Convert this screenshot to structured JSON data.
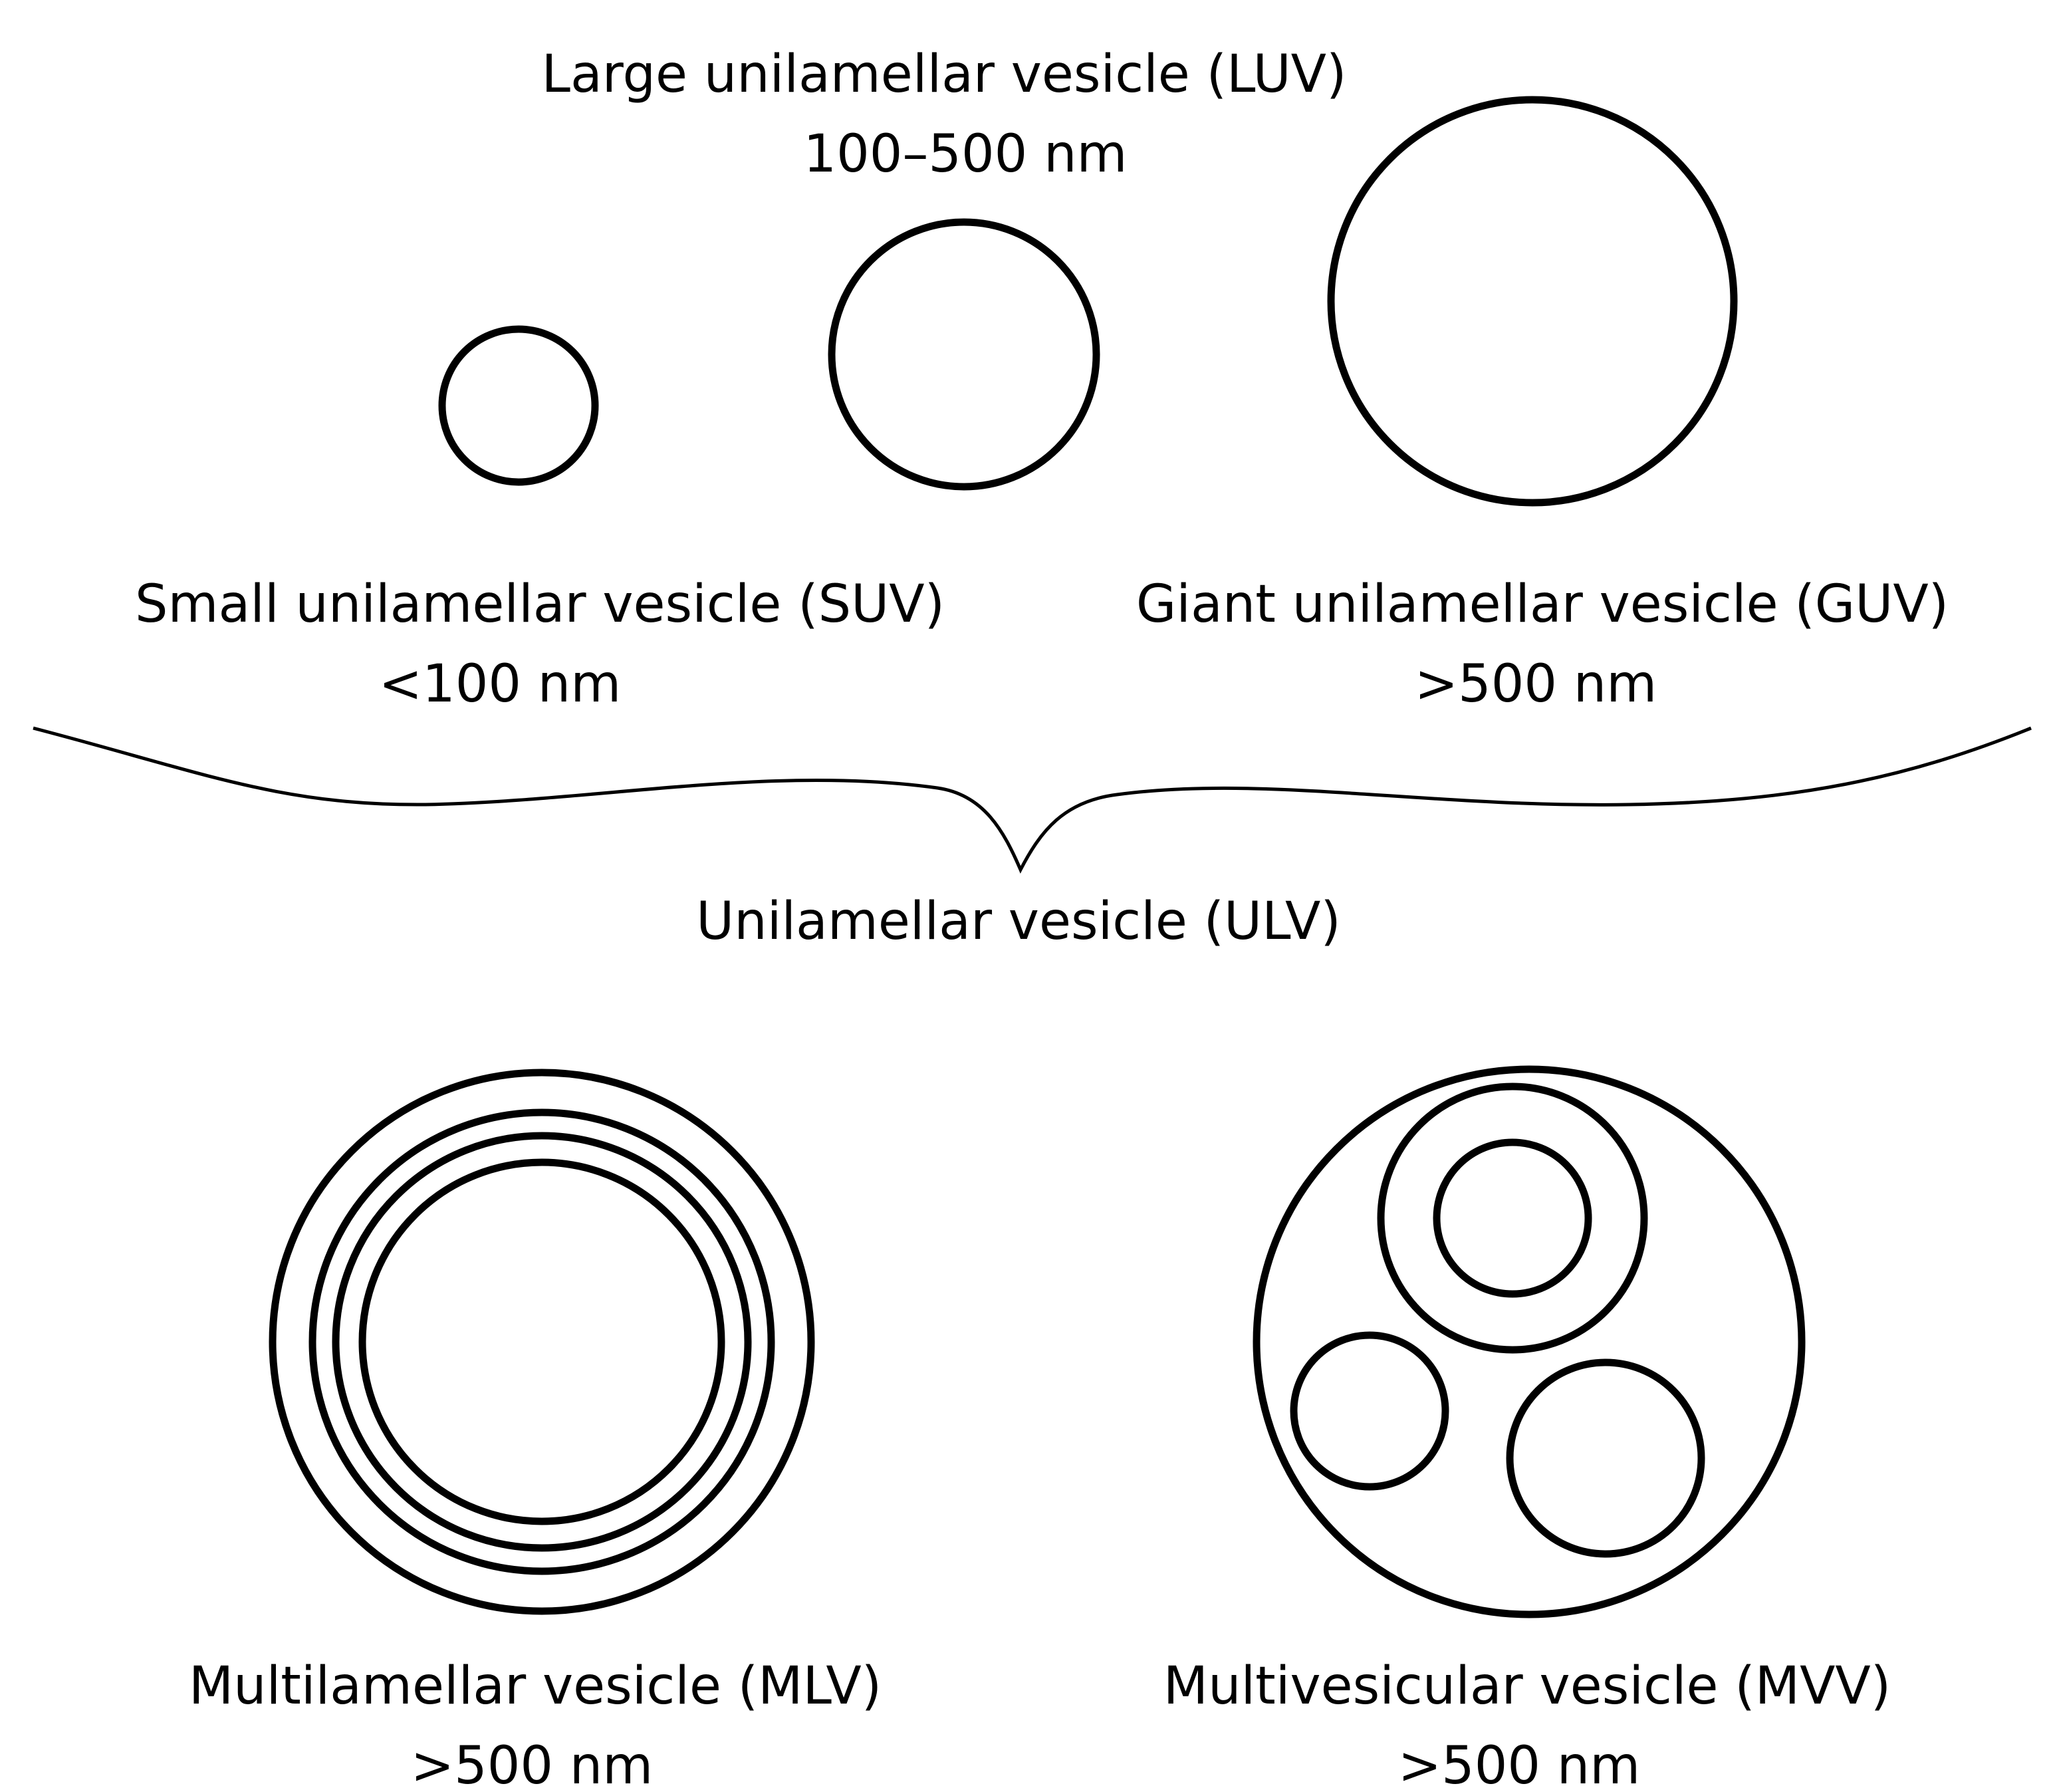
{
  "luv": {
    "name": "Large unilamellar vesicle (LUV)",
    "size": "100–500 nm"
  },
  "suv": {
    "name": "Small unilamellar vesicle (SUV)",
    "size": "<100 nm"
  },
  "guv": {
    "name": "Giant unilamellar vesicle (GUV)",
    "size": ">500 nm"
  },
  "ulv": {
    "name": "Unilamellar vesicle (ULV)"
  },
  "mlv": {
    "name": "Multilamellar vesicle (MLV)",
    "size": ">500 nm"
  },
  "mvv": {
    "name": "Multivesicular vesicle (MVV)",
    "size": ">500 nm"
  }
}
